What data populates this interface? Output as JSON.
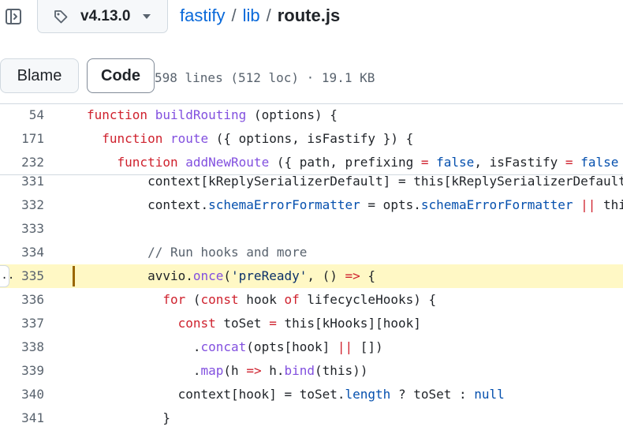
{
  "header": {
    "ref_label": "v4.13.0",
    "breadcrumb": {
      "repo": "fastify",
      "sep1": "/",
      "dir": "lib",
      "sep2": "/",
      "file": "route.js"
    }
  },
  "toolbar": {
    "tabs": [
      {
        "label": "Code"
      },
      {
        "label": "Blame"
      }
    ],
    "file_info": "598 lines (512 loc) · 19.1 KB"
  },
  "sticky_lines": [
    {
      "n": "54",
      "tokens": [
        [
          "k",
          "function "
        ],
        [
          "f",
          "buildRouting"
        ],
        [
          "t",
          " (options) {"
        ]
      ]
    },
    {
      "n": "171",
      "tokens": [
        [
          "t",
          "  "
        ],
        [
          "k",
          "function "
        ],
        [
          "f",
          "route"
        ],
        [
          "t",
          " ({ options, isFastify }) {"
        ]
      ]
    },
    {
      "n": "232",
      "tokens": [
        [
          "t",
          "    "
        ],
        [
          "k",
          "function "
        ],
        [
          "f",
          "addNewRoute"
        ],
        [
          "t",
          " ({ path, prefixing "
        ],
        [
          "k",
          "="
        ],
        [
          "t",
          " "
        ],
        [
          "c",
          "false"
        ],
        [
          "t",
          ", isFastify "
        ],
        [
          "k",
          "="
        ],
        [
          "t",
          " "
        ],
        [
          "c",
          "false"
        ],
        [
          "t",
          " })"
        ]
      ]
    }
  ],
  "code_lines": [
    {
      "n": "331",
      "tokens": [
        [
          "t",
          "        context[kReplySerializerDefault] = this[kReplySerializerDefault]"
        ]
      ]
    },
    {
      "n": "332",
      "tokens": [
        [
          "t",
          "        context."
        ],
        [
          "c",
          "schemaErrorFormatter"
        ],
        [
          "t",
          " = opts."
        ],
        [
          "c",
          "schemaErrorFormatter"
        ],
        [
          "t",
          " "
        ],
        [
          "k",
          "||"
        ],
        [
          "t",
          " this"
        ]
      ]
    },
    {
      "n": "333",
      "tokens": []
    },
    {
      "n": "334",
      "tokens": [
        [
          "cm",
          "        // Run hooks and more"
        ]
      ]
    },
    {
      "n": "335",
      "highlight": true,
      "tokens": [
        [
          "t",
          "        avvio."
        ],
        [
          "f",
          "once"
        ],
        [
          "t",
          "("
        ],
        [
          "s",
          "'preReady'"
        ],
        [
          "t",
          ", () "
        ],
        [
          "k",
          "=>"
        ],
        [
          "t",
          " {"
        ]
      ]
    },
    {
      "n": "336",
      "tokens": [
        [
          "t",
          "          "
        ],
        [
          "k",
          "for"
        ],
        [
          "t",
          " ("
        ],
        [
          "k",
          "const"
        ],
        [
          "t",
          " hook "
        ],
        [
          "k",
          "of"
        ],
        [
          "t",
          " lifecycleHooks) {"
        ]
      ]
    },
    {
      "n": "337",
      "tokens": [
        [
          "t",
          "            "
        ],
        [
          "k",
          "const"
        ],
        [
          "t",
          " toSet "
        ],
        [
          "k",
          "="
        ],
        [
          "t",
          " this[kHooks][hook]"
        ]
      ]
    },
    {
      "n": "338",
      "tokens": [
        [
          "t",
          "              ."
        ],
        [
          "f",
          "concat"
        ],
        [
          "t",
          "(opts[hook] "
        ],
        [
          "k",
          "||"
        ],
        [
          "t",
          " [])"
        ]
      ]
    },
    {
      "n": "339",
      "tokens": [
        [
          "t",
          "              ."
        ],
        [
          "f",
          "map"
        ],
        [
          "t",
          "(h "
        ],
        [
          "k",
          "=>"
        ],
        [
          "t",
          " h."
        ],
        [
          "f",
          "bind"
        ],
        [
          "t",
          "(this))"
        ]
      ]
    },
    {
      "n": "340",
      "tokens": [
        [
          "t",
          "            context[hook] = toSet."
        ],
        [
          "c",
          "length"
        ],
        [
          "t",
          " ? toSet : "
        ],
        [
          "c",
          "null"
        ]
      ]
    },
    {
      "n": "341",
      "tokens": [
        [
          "t",
          "          }"
        ]
      ]
    }
  ],
  "highlight_button_label": "...",
  "icons": {
    "panel": "sidebar-expand-icon",
    "tag": "tag-icon",
    "caret": "triangle-down-icon"
  },
  "colors": {
    "link": "#0969da",
    "keyword": "#cf222e",
    "function": "#8250df",
    "constant": "#0550ae",
    "string": "#0a3069",
    "highlight": "#fff8c5"
  }
}
